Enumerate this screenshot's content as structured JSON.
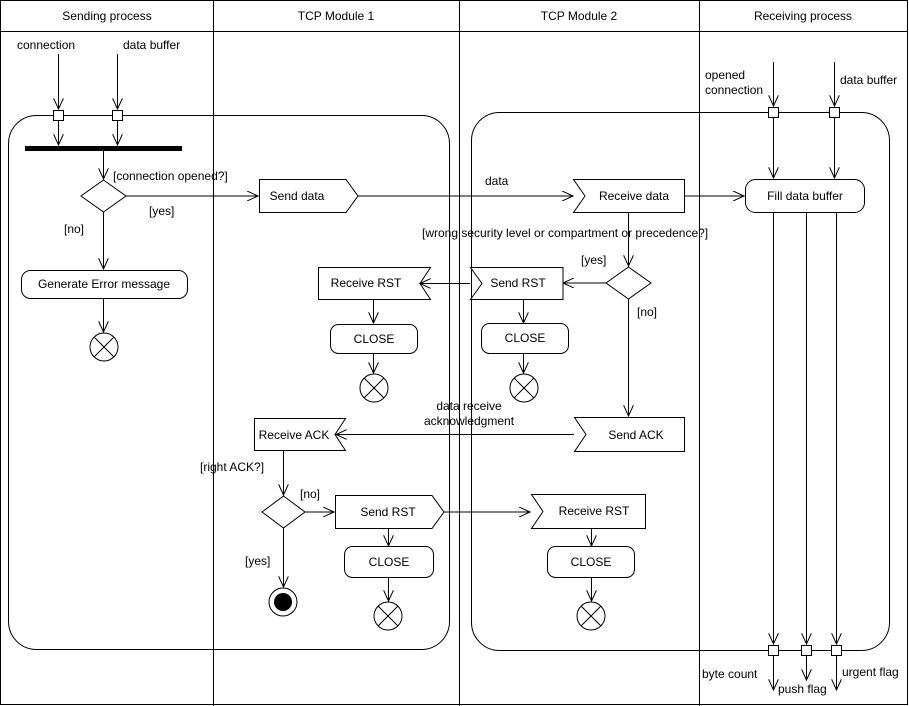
{
  "lanes": {
    "sending": "Sending process",
    "tcp1": "TCP Module 1",
    "tcp2": "TCP Module  2",
    "receiving": "Receiving process"
  },
  "pins": {
    "connection": "connection",
    "data_buffer_in": "data buffer",
    "opened_connection": [
      "opened",
      "connection"
    ],
    "data_buffer_recv": "data buffer",
    "byte_count": "byte count",
    "push_flag": "push flag",
    "urgent_flag": "urgent flag"
  },
  "actions": {
    "generate_error": "Generate Error message",
    "send_data": "Send data",
    "receive_data": "Receive data",
    "fill_buffer": "Fill data buffer",
    "receive_rst_1": "Receive RST",
    "send_rst_2": "Send RST",
    "close_1": "CLOSE",
    "close_2": "CLOSE",
    "receive_ack": "Receive ACK",
    "send_ack": "Send ACK",
    "send_rst_1": "Send RST",
    "receive_rst_2": "Receive RST",
    "close_3": "CLOSE",
    "close_4": "CLOSE"
  },
  "guards": {
    "connection_opened": "[connection opened?]",
    "yes_1": "[yes]",
    "no_1": "[no]",
    "data": "data",
    "wrong_security": "[wrong security level or compartment or precedence?]",
    "yes_2": "[yes]",
    "no_2": "[no]",
    "ack_label": [
      "data receive",
      "acknowledgment"
    ],
    "right_ack": "[right ACK?]",
    "no_3": "[no]",
    "yes_3": "[yes]"
  }
}
